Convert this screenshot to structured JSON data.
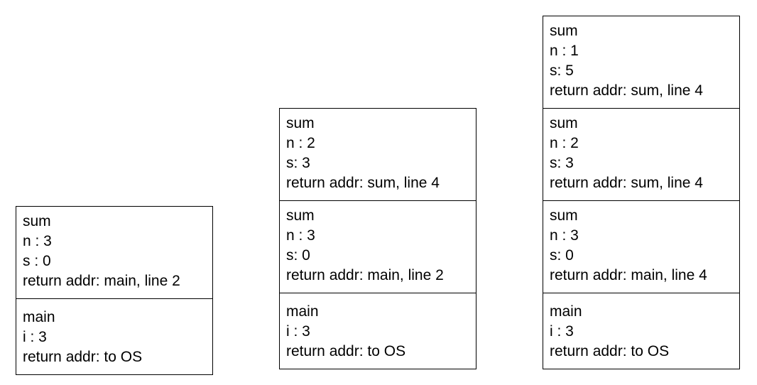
{
  "stacks": [
    {
      "frames": [
        {
          "kind": "sum",
          "lines": [
            "sum",
            "n : 3",
            "s : 0",
            "return addr: main, line 2"
          ]
        },
        {
          "kind": "main",
          "lines": [
            "main",
            "i : 3",
            "return addr: to OS"
          ]
        }
      ]
    },
    {
      "frames": [
        {
          "kind": "sum",
          "lines": [
            "sum",
            "n : 2",
            "s: 3",
            "return addr: sum, line 4"
          ]
        },
        {
          "kind": "sum",
          "lines": [
            "sum",
            "n : 3",
            "s: 0",
            "return addr: main, line 2"
          ]
        },
        {
          "kind": "main",
          "lines": [
            "main",
            "i : 3",
            "return addr: to OS"
          ]
        }
      ]
    },
    {
      "frames": [
        {
          "kind": "sum",
          "lines": [
            "sum",
            "n : 1",
            "s: 5",
            "return addr: sum, line 4"
          ]
        },
        {
          "kind": "sum",
          "lines": [
            "sum",
            "n : 2",
            "s: 3",
            "return addr: sum, line 4"
          ]
        },
        {
          "kind": "sum",
          "lines": [
            "sum",
            "n : 3",
            "s: 0",
            "return addr: main, line 4"
          ]
        },
        {
          "kind": "main",
          "lines": [
            "main",
            "i : 3",
            "return addr: to OS"
          ]
        }
      ]
    }
  ]
}
